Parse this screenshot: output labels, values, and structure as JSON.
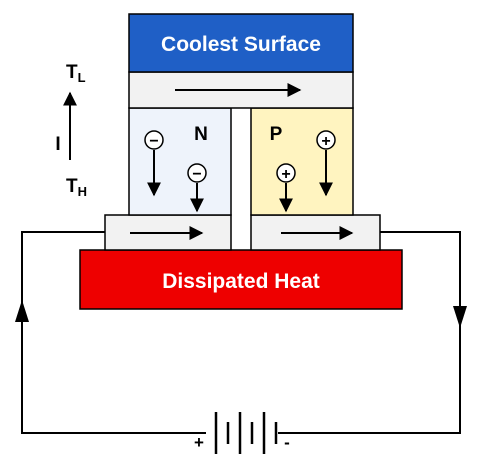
{
  "title_top": "Coolest Surface",
  "title_bottom": "Dissipated Heat",
  "n_label": "N",
  "p_label": "P",
  "current_label": "I",
  "temp_low": {
    "main": "T",
    "sub": "L"
  },
  "temp_high": {
    "main": "T",
    "sub": "H"
  },
  "electron_sign": "−",
  "hole_sign": "+",
  "battery_plus": "+",
  "battery_minus": "-",
  "colors": {
    "cool": "#1f5fc6",
    "hot": "#ee0000",
    "n_fill": "#eef3fb",
    "p_fill": "#fff4c0",
    "conductor": "#f2f2f2"
  }
}
